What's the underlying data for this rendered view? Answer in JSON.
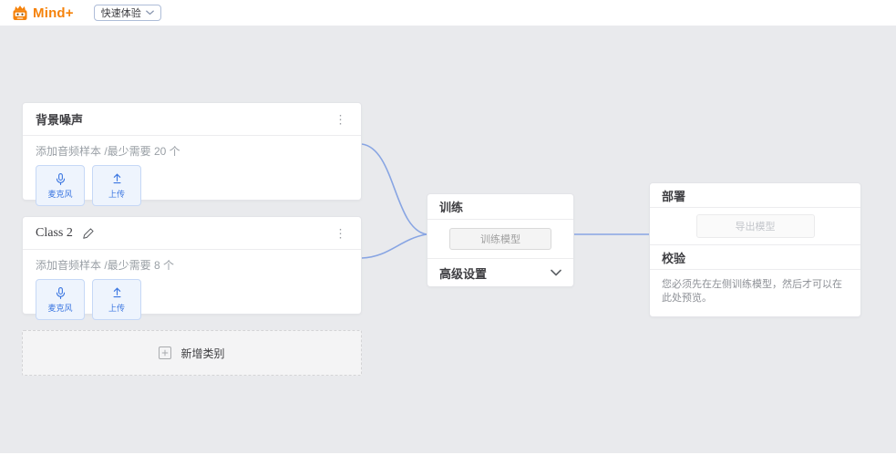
{
  "topbar": {
    "logo_text": "Mind+",
    "quick_menu_label": "快速体验"
  },
  "classes": [
    {
      "title": "背景噪声",
      "hint": "添加音频样本 /最少需要 20 个",
      "mic_label": "麦克风",
      "upload_label": "上传"
    },
    {
      "title": "Class 2",
      "hint": "添加音频样本 /最少需要 8 个",
      "mic_label": "麦克风",
      "upload_label": "上传"
    }
  ],
  "add_class": {
    "label": "新增类别"
  },
  "training": {
    "title": "训练",
    "train_button_label": "训练模型",
    "advanced_settings_label": "高级设置"
  },
  "deploy": {
    "title": "部署",
    "export_button_label": "导出模型"
  },
  "preview": {
    "title": "校验",
    "message": "您必须先在左侧训练模型，然后才可以在此处预览。"
  },
  "colors": {
    "brand_orange": "#f5820b",
    "accent_blue": "#3b76e1",
    "connector_blue": "#88a5e3",
    "page_bg": "#e9eaed"
  }
}
